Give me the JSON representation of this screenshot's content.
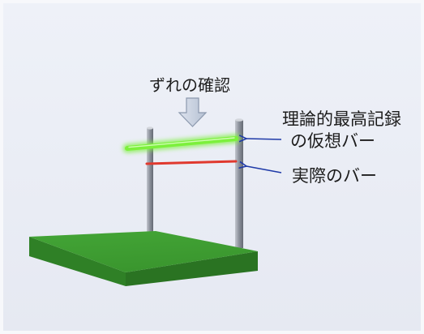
{
  "title": "ずれの確認",
  "labels": {
    "virtual_bar_line1": "理論的最高記録",
    "virtual_bar_line2": "の仮想バー",
    "actual_bar": "実際のバー"
  },
  "colors": {
    "virtual_bar": "#7cf03c",
    "actual_bar": "#e0392e",
    "pointer_arrow": "#1f3aa8",
    "mat": "#43a536"
  },
  "icons": {
    "check_arrow": "down-block-arrow-icon"
  }
}
